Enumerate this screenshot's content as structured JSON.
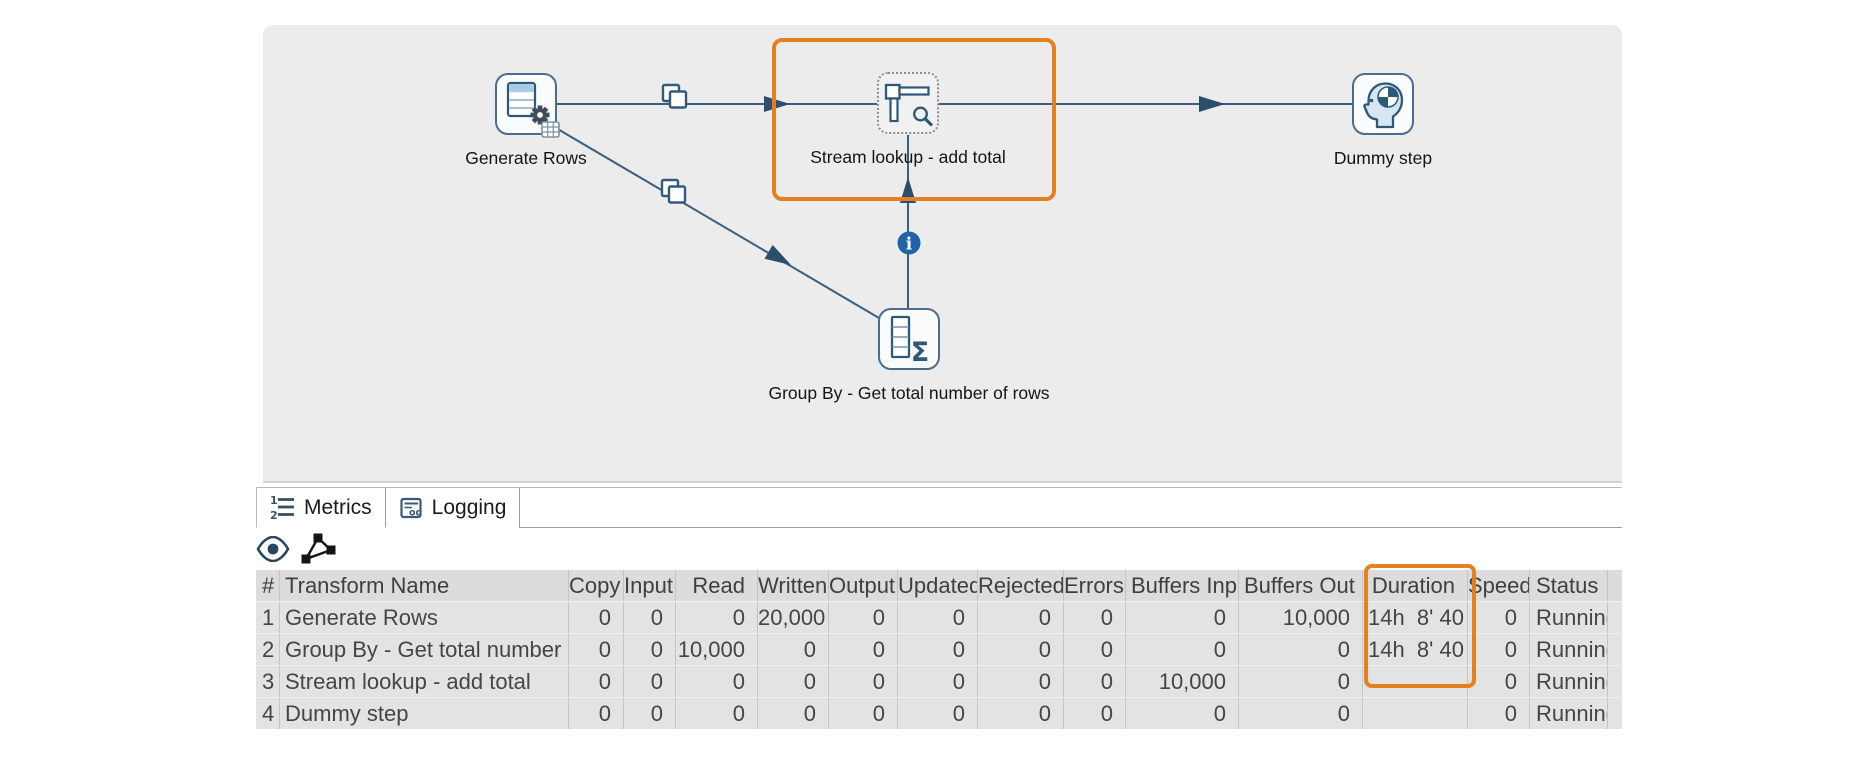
{
  "canvas": {
    "nodes": [
      {
        "id": "generate-rows",
        "label": "Generate Rows"
      },
      {
        "id": "stream-lookup",
        "label": "Stream lookup - add total",
        "highlighted": true
      },
      {
        "id": "dummy-step",
        "label": "Dummy step"
      },
      {
        "id": "group-by",
        "label": "Group By - Get total number of rows"
      }
    ],
    "icons": [
      "table-gear-icon",
      "tsquare-search-icon",
      "dummy-head-icon",
      "sigma-table-icon",
      "copy-rows-icon",
      "info-icon"
    ]
  },
  "tabs": {
    "metrics": "Metrics",
    "logging": "Logging"
  },
  "toolbar": {
    "icons": [
      "eye-icon",
      "graph-icon"
    ]
  },
  "table": {
    "columns": [
      "#",
      "Transform Name",
      "Copy",
      "Input",
      "Read",
      "Written",
      "Output",
      "Updated",
      "Rejected",
      "Errors",
      "Buffers Inp",
      "Buffers Out",
      "Duration",
      "Speed",
      "Status"
    ],
    "rows": [
      [
        "1",
        "Generate Rows",
        "0",
        "0",
        "0",
        "20,000",
        "0",
        "0",
        "0",
        "0",
        "0",
        "10,000",
        "14h  8' 40",
        "0",
        "Running"
      ],
      [
        "2",
        "Group By - Get total number of rows",
        "0",
        "0",
        "10,000",
        "0",
        "0",
        "0",
        "0",
        "0",
        "0",
        "0",
        "14h  8' 40",
        "0",
        "Running"
      ],
      [
        "3",
        "Stream lookup - add total",
        "0",
        "0",
        "0",
        "0",
        "0",
        "0",
        "0",
        "0",
        "10,000",
        "0",
        "",
        "0",
        "Running"
      ],
      [
        "4",
        "Dummy step",
        "0",
        "0",
        "0",
        "0",
        "0",
        "0",
        "0",
        "0",
        "0",
        "0",
        "",
        "0",
        "Running"
      ]
    ]
  },
  "colors": {
    "highlight_orange": "#e5801f",
    "hop_line": "#3a5e7e",
    "node_border": "#4a6d8c",
    "info_blue": "#2063a8",
    "canvas_bg": "#ececec",
    "table_bg": "#e3e3e3"
  }
}
